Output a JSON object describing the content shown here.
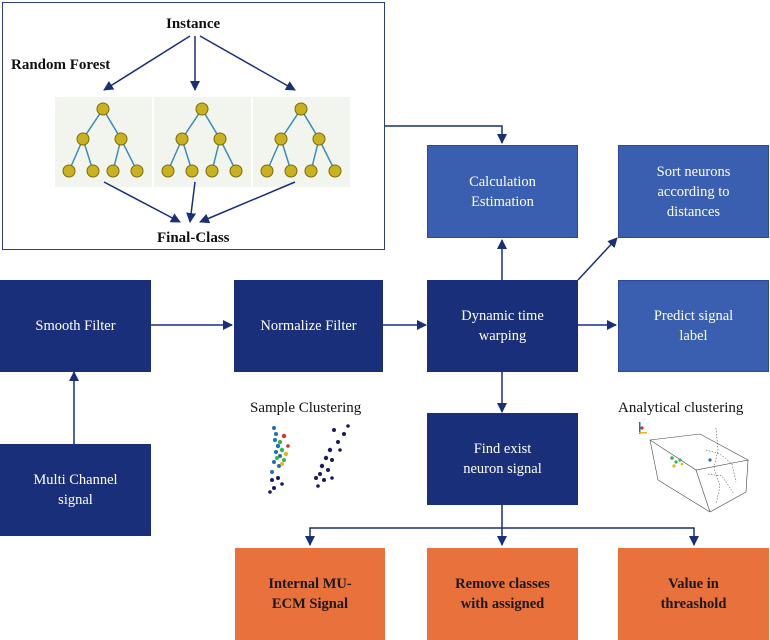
{
  "rf_panel": {
    "instance_label": "Instance",
    "random_forest_label": "Random Forest",
    "final_class_label": "Final-Class"
  },
  "boxes": {
    "calc_estimation": "Calculation Estimation",
    "sort_neurons": "Sort neurons according to distances",
    "smooth_filter": "Smooth Filter",
    "normalize_filter": "Normalize Filter",
    "dtw": "Dynamic time warping",
    "predict_label": "Predict signal label",
    "multi_channel": "Multi Channel signal",
    "find_neuron": "Find exist neuron signal",
    "internal_mu": "Internal MU-ECM Signal",
    "remove_classes": "Remove classes with assigned",
    "value_threshold": "Value in threashold"
  },
  "captions": {
    "sample_clustering": "Sample Clustering",
    "analytical_clustering": "Analytical clustering"
  },
  "colors": {
    "navy": "#1a2f7a",
    "mid_blue": "#3a5fb0",
    "orange": "#e8713c",
    "tree_node": "#c9b21e",
    "tree_edge": "#3a8bb5"
  }
}
